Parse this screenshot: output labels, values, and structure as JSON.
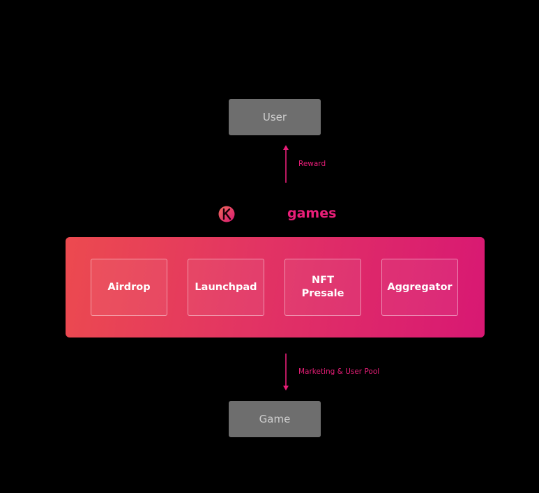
{
  "nodes": {
    "user": "User",
    "game": "Game"
  },
  "edges": {
    "reward": "Reward",
    "marketing": "Marketing & User Pool"
  },
  "brand": {
    "name": "games",
    "logo_icon": "k-logo-icon"
  },
  "features": [
    {
      "label": "Airdrop"
    },
    {
      "label": "Launchpad"
    },
    {
      "label": "NFT\nPresale"
    },
    {
      "label": "Aggregator"
    }
  ],
  "colors": {
    "background": "#000000",
    "accent": "#e91e78",
    "node_fill": "#6e6e6e",
    "panel_gradient_start": "#ec4a4f",
    "panel_gradient_end": "#d81873"
  }
}
